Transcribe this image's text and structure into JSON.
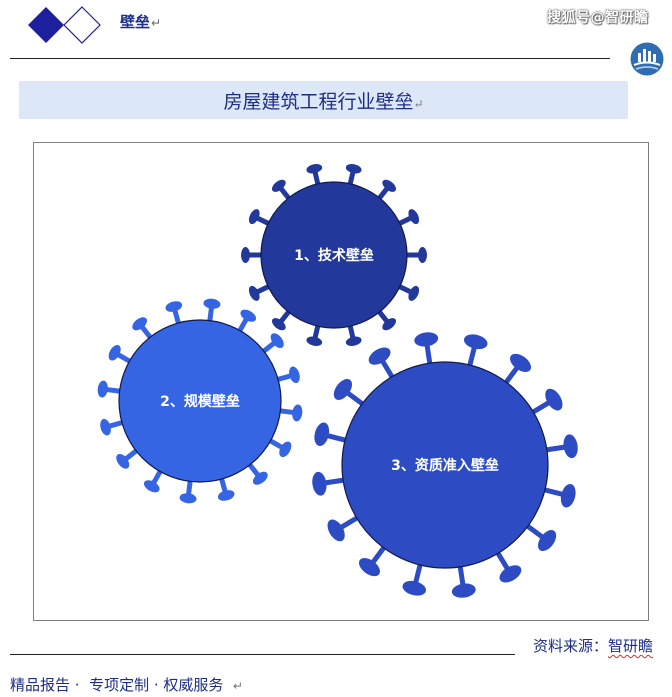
{
  "header": {
    "title": "壁垒",
    "paragraph_mark": "↵",
    "watermark": "搜狐号@智研瞻"
  },
  "banner": {
    "title": "房屋建筑工程行业壁垒",
    "paragraph_mark": "↵"
  },
  "diagram": {
    "gears": [
      {
        "label": "1、技术壁垒",
        "fill": "#22389a"
      },
      {
        "label": "2、规模壁垒",
        "fill": "#3565e2"
      },
      {
        "label": "3、资质准入壁垒",
        "fill": "#2d4cc4"
      }
    ]
  },
  "footer": {
    "source": "资料来源：",
    "source_brand": "智研瞻",
    "tagline": "精品报告 ·  专项定制 · 权威服务  ",
    "paragraph_mark": "↵"
  },
  "colors": {
    "accent": "#1e2d86",
    "banner_bg": "#dce8f8",
    "diamond": "#1d1f9c"
  }
}
